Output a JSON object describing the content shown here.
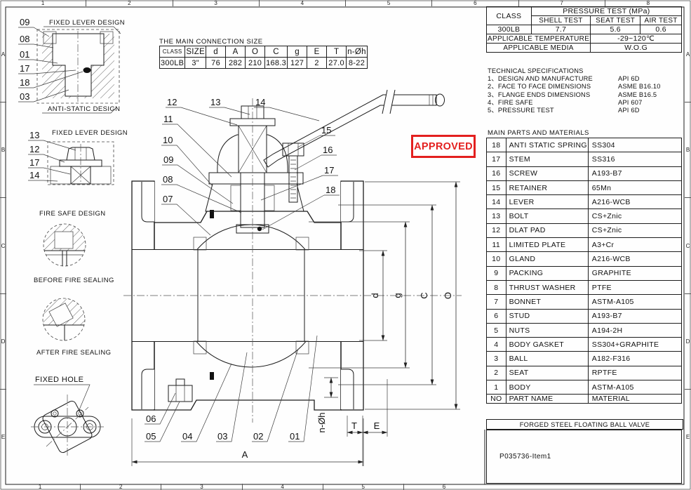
{
  "frame": {
    "top_ruler": [
      "1",
      "2",
      "3",
      "4",
      "5",
      "6",
      "7",
      "8"
    ],
    "bottom_ruler": [
      "1",
      "2",
      "3",
      "4",
      "5",
      "6"
    ],
    "row_letters": [
      "A",
      "B",
      "C",
      "D",
      "E"
    ]
  },
  "stamp": {
    "label": "APPROVED",
    "color": "#e3201f"
  },
  "pressure": {
    "class_label": "CLASS",
    "header": "PRESSURE TEST (MPa)",
    "cols": [
      "SHELL TEST",
      "SEAT TEST",
      "AIR TEST"
    ],
    "class_value": "300LB",
    "shell": "7.7",
    "seat": "5.6",
    "air": "0.6",
    "temp_label": "APPLICABLE TEMPERATURE",
    "temp_value": "-29~120℃",
    "media_label": "APPLICABLE MEDIA",
    "media_value": "W.O.G"
  },
  "specs": {
    "title": "TECHNICAL SPECIFICATIONS",
    "items": [
      {
        "name": "1、DESIGN AND MANUFACTURE",
        "std": "API 6D"
      },
      {
        "name": "2、FACE TO FACE DIMENSIONS",
        "std": "ASME B16.10"
      },
      {
        "name": "3、FLANGE ENDS DIMENSIONS",
        "std": "ASME B16.5"
      },
      {
        "name": "4、FIRE SAFE",
        "std": "API 607"
      },
      {
        "name": "5、PRESSURE TEST",
        "std": "API 6D"
      }
    ]
  },
  "parts": {
    "title": "MAIN PARTS AND MATERIALS",
    "header_no": "NO",
    "header_name": "PART NAME",
    "header_mat": "MATERIAL",
    "rows": [
      {
        "no": "18",
        "name": "ANTI STATIC SPRING",
        "mat": "SS304"
      },
      {
        "no": "17",
        "name": "STEM",
        "mat": "SS316"
      },
      {
        "no": "16",
        "name": "SCREW",
        "mat": "A193-B7"
      },
      {
        "no": "15",
        "name": "RETAINER",
        "mat": "65Mn"
      },
      {
        "no": "14",
        "name": "LEVER",
        "mat": "A216-WCB"
      },
      {
        "no": "13",
        "name": "BOLT",
        "mat": "CS+Znic"
      },
      {
        "no": "12",
        "name": "DLAT PAD",
        "mat": "CS+Znic"
      },
      {
        "no": "11",
        "name": "LIMITED PLATE",
        "mat": "A3+Cr"
      },
      {
        "no": "10",
        "name": "GLAND",
        "mat": "A216-WCB"
      },
      {
        "no": "9",
        "name": "PACKING",
        "mat": "GRAPHITE"
      },
      {
        "no": "8",
        "name": "THRUST WASHER",
        "mat": "PTFE"
      },
      {
        "no": "7",
        "name": "BONNET",
        "mat": "ASTM-A105"
      },
      {
        "no": "6",
        "name": "STUD",
        "mat": "A193-B7"
      },
      {
        "no": "5",
        "name": "NUTS",
        "mat": "A194-2H"
      },
      {
        "no": "4",
        "name": "BODY GASKET",
        "mat": "SS304+GRAPHITE"
      },
      {
        "no": "3",
        "name": "BALL",
        "mat": "A182-F316"
      },
      {
        "no": "2",
        "name": "SEAT",
        "mat": "RPTFE"
      },
      {
        "no": "1",
        "name": "BODY",
        "mat": "ASTM-A105"
      }
    ],
    "product": "FORGED STEEL FLOATING BALL VALVE",
    "code": "P035736-Item1"
  },
  "conn": {
    "title": "THE MAIN CONNECTION SIZE",
    "headers": [
      "CLASS",
      "SIZE",
      "d",
      "A",
      "O",
      "C",
      "g",
      "E",
      "T",
      "n-Øh"
    ],
    "values": [
      "300LB",
      "3\"",
      "76",
      "282",
      "210",
      "168.3",
      "127",
      "2",
      "27.0",
      "8-22"
    ]
  },
  "view": {
    "callouts": {
      "c01": "01",
      "c02": "02",
      "c03": "03",
      "c04": "04",
      "c05": "05",
      "c06": "06",
      "c07": "07",
      "c08": "08",
      "c09": "09",
      "c10": "10",
      "c11": "11",
      "c12": "12",
      "c13": "13",
      "c14": "14",
      "c15": "15",
      "c16": "16",
      "c17": "17",
      "c18": "18"
    },
    "dims": {
      "d": "d",
      "g": "g",
      "C": "C",
      "O": "O",
      "A": "A",
      "T": "T",
      "E": "E",
      "noh": "n-Øh"
    }
  },
  "details": {
    "d1": {
      "title": "FIXED LEVER DESIGN",
      "sub": "ANTI-STATIC DESIGN",
      "callouts": [
        "09",
        "08",
        "01",
        "17",
        "18",
        "03"
      ]
    },
    "d2": {
      "title": "FIXED LEVER DESIGN",
      "callouts": [
        "13",
        "12",
        "17",
        "14"
      ]
    },
    "d3": {
      "title": "FIRE SAFE DESIGN",
      "before": "BEFORE FIRE SEALING",
      "after": "AFTER FIRE SEALING"
    },
    "d4": {
      "title": "FIXED HOLE"
    }
  }
}
